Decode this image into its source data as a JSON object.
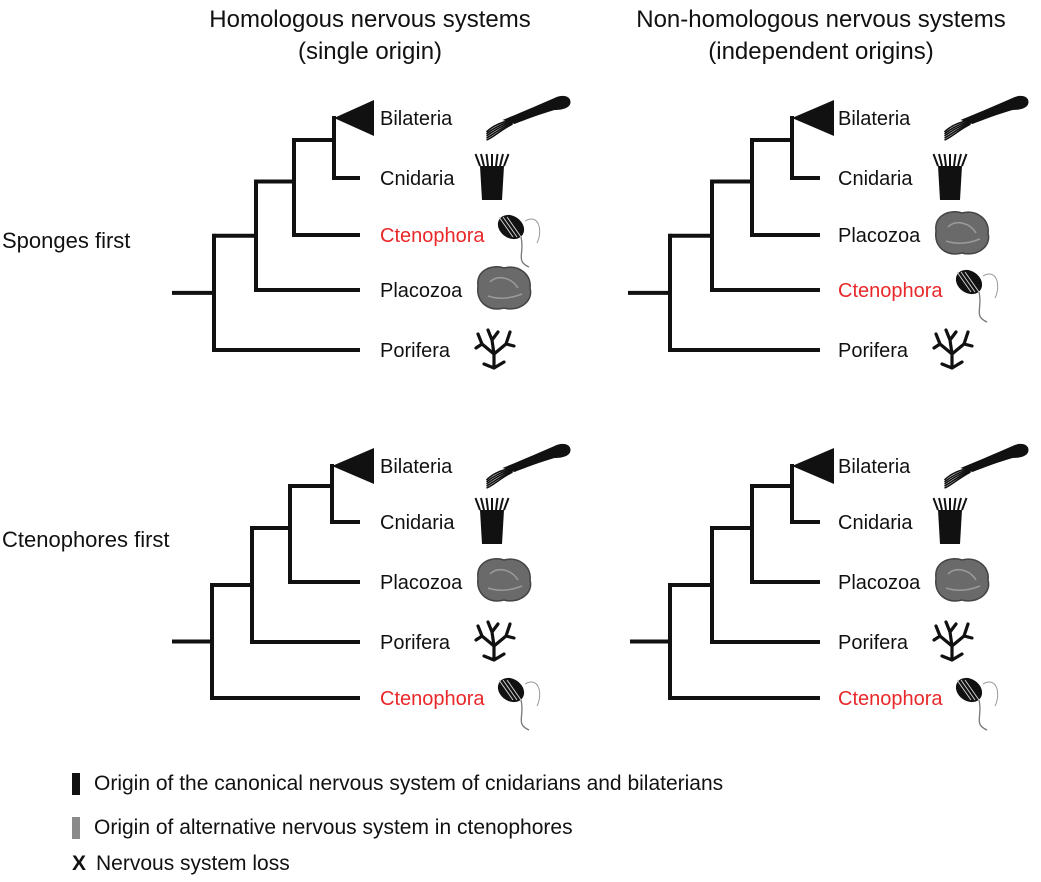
{
  "columns": {
    "left": {
      "title_line1": "Homologous nervous systems",
      "title_line2": "(single origin)"
    },
    "right": {
      "title_line1": "Non-homologous nervous systems",
      "title_line2": "(independent origins)"
    }
  },
  "rows": {
    "top": {
      "label": "Sponges first"
    },
    "bottom": {
      "label": "Ctenophores first"
    }
  },
  "colors": {
    "branch": "#111111",
    "ctenophore_text": "#e8282a",
    "taxon_text": "#111111",
    "legend_gray": "#8a8a8a",
    "legend_black": "#111111"
  },
  "trees": [
    {
      "panel": "sponges-first-homologous",
      "taxa": [
        "Bilateria",
        "Cnidaria",
        "Ctenophora",
        "Placozoa",
        "Porifera"
      ]
    },
    {
      "panel": "sponges-first-non-homologous",
      "taxa": [
        "Bilateria",
        "Cnidaria",
        "Placozoa",
        "Ctenophora",
        "Porifera"
      ]
    },
    {
      "panel": "ctenophores-first-homologous",
      "taxa": [
        "Bilateria",
        "Cnidaria",
        "Placozoa",
        "Porifera",
        "Ctenophora"
      ]
    },
    {
      "panel": "ctenophores-first-non-homologous",
      "taxa": [
        "Bilateria",
        "Cnidaria",
        "Placozoa",
        "Porifera",
        "Ctenophora"
      ]
    }
  ],
  "legend": {
    "canonical": "Origin of the canonical nervous system of cnidarians and bilaterians",
    "alternative": "Origin of alternative nervous system in ctenophores",
    "loss_symbol": "X",
    "loss": "Nervous system loss"
  }
}
